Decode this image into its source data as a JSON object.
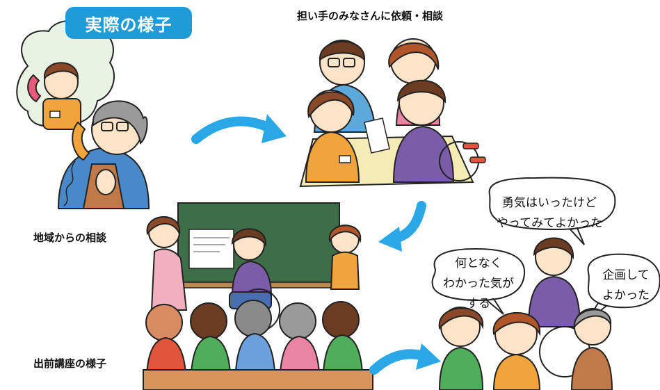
{
  "title": "実際の様子",
  "captions": {
    "request": "担い手のみなさんに依頼・相談",
    "consult": "地域からの相談",
    "lecture": "出前講座の様子"
  },
  "speech": {
    "courage": "勇気はいったけど\nやってみてよかった",
    "understood": "何となく\nわかった気がする",
    "planned": "企画して\nよかった"
  },
  "colors": {
    "title_badge": "#1f9bd8",
    "arrow": "#2aa7e6",
    "blackboard": "#3d6e47",
    "table": "#f4ecb4",
    "vest": "#f1a43c"
  }
}
